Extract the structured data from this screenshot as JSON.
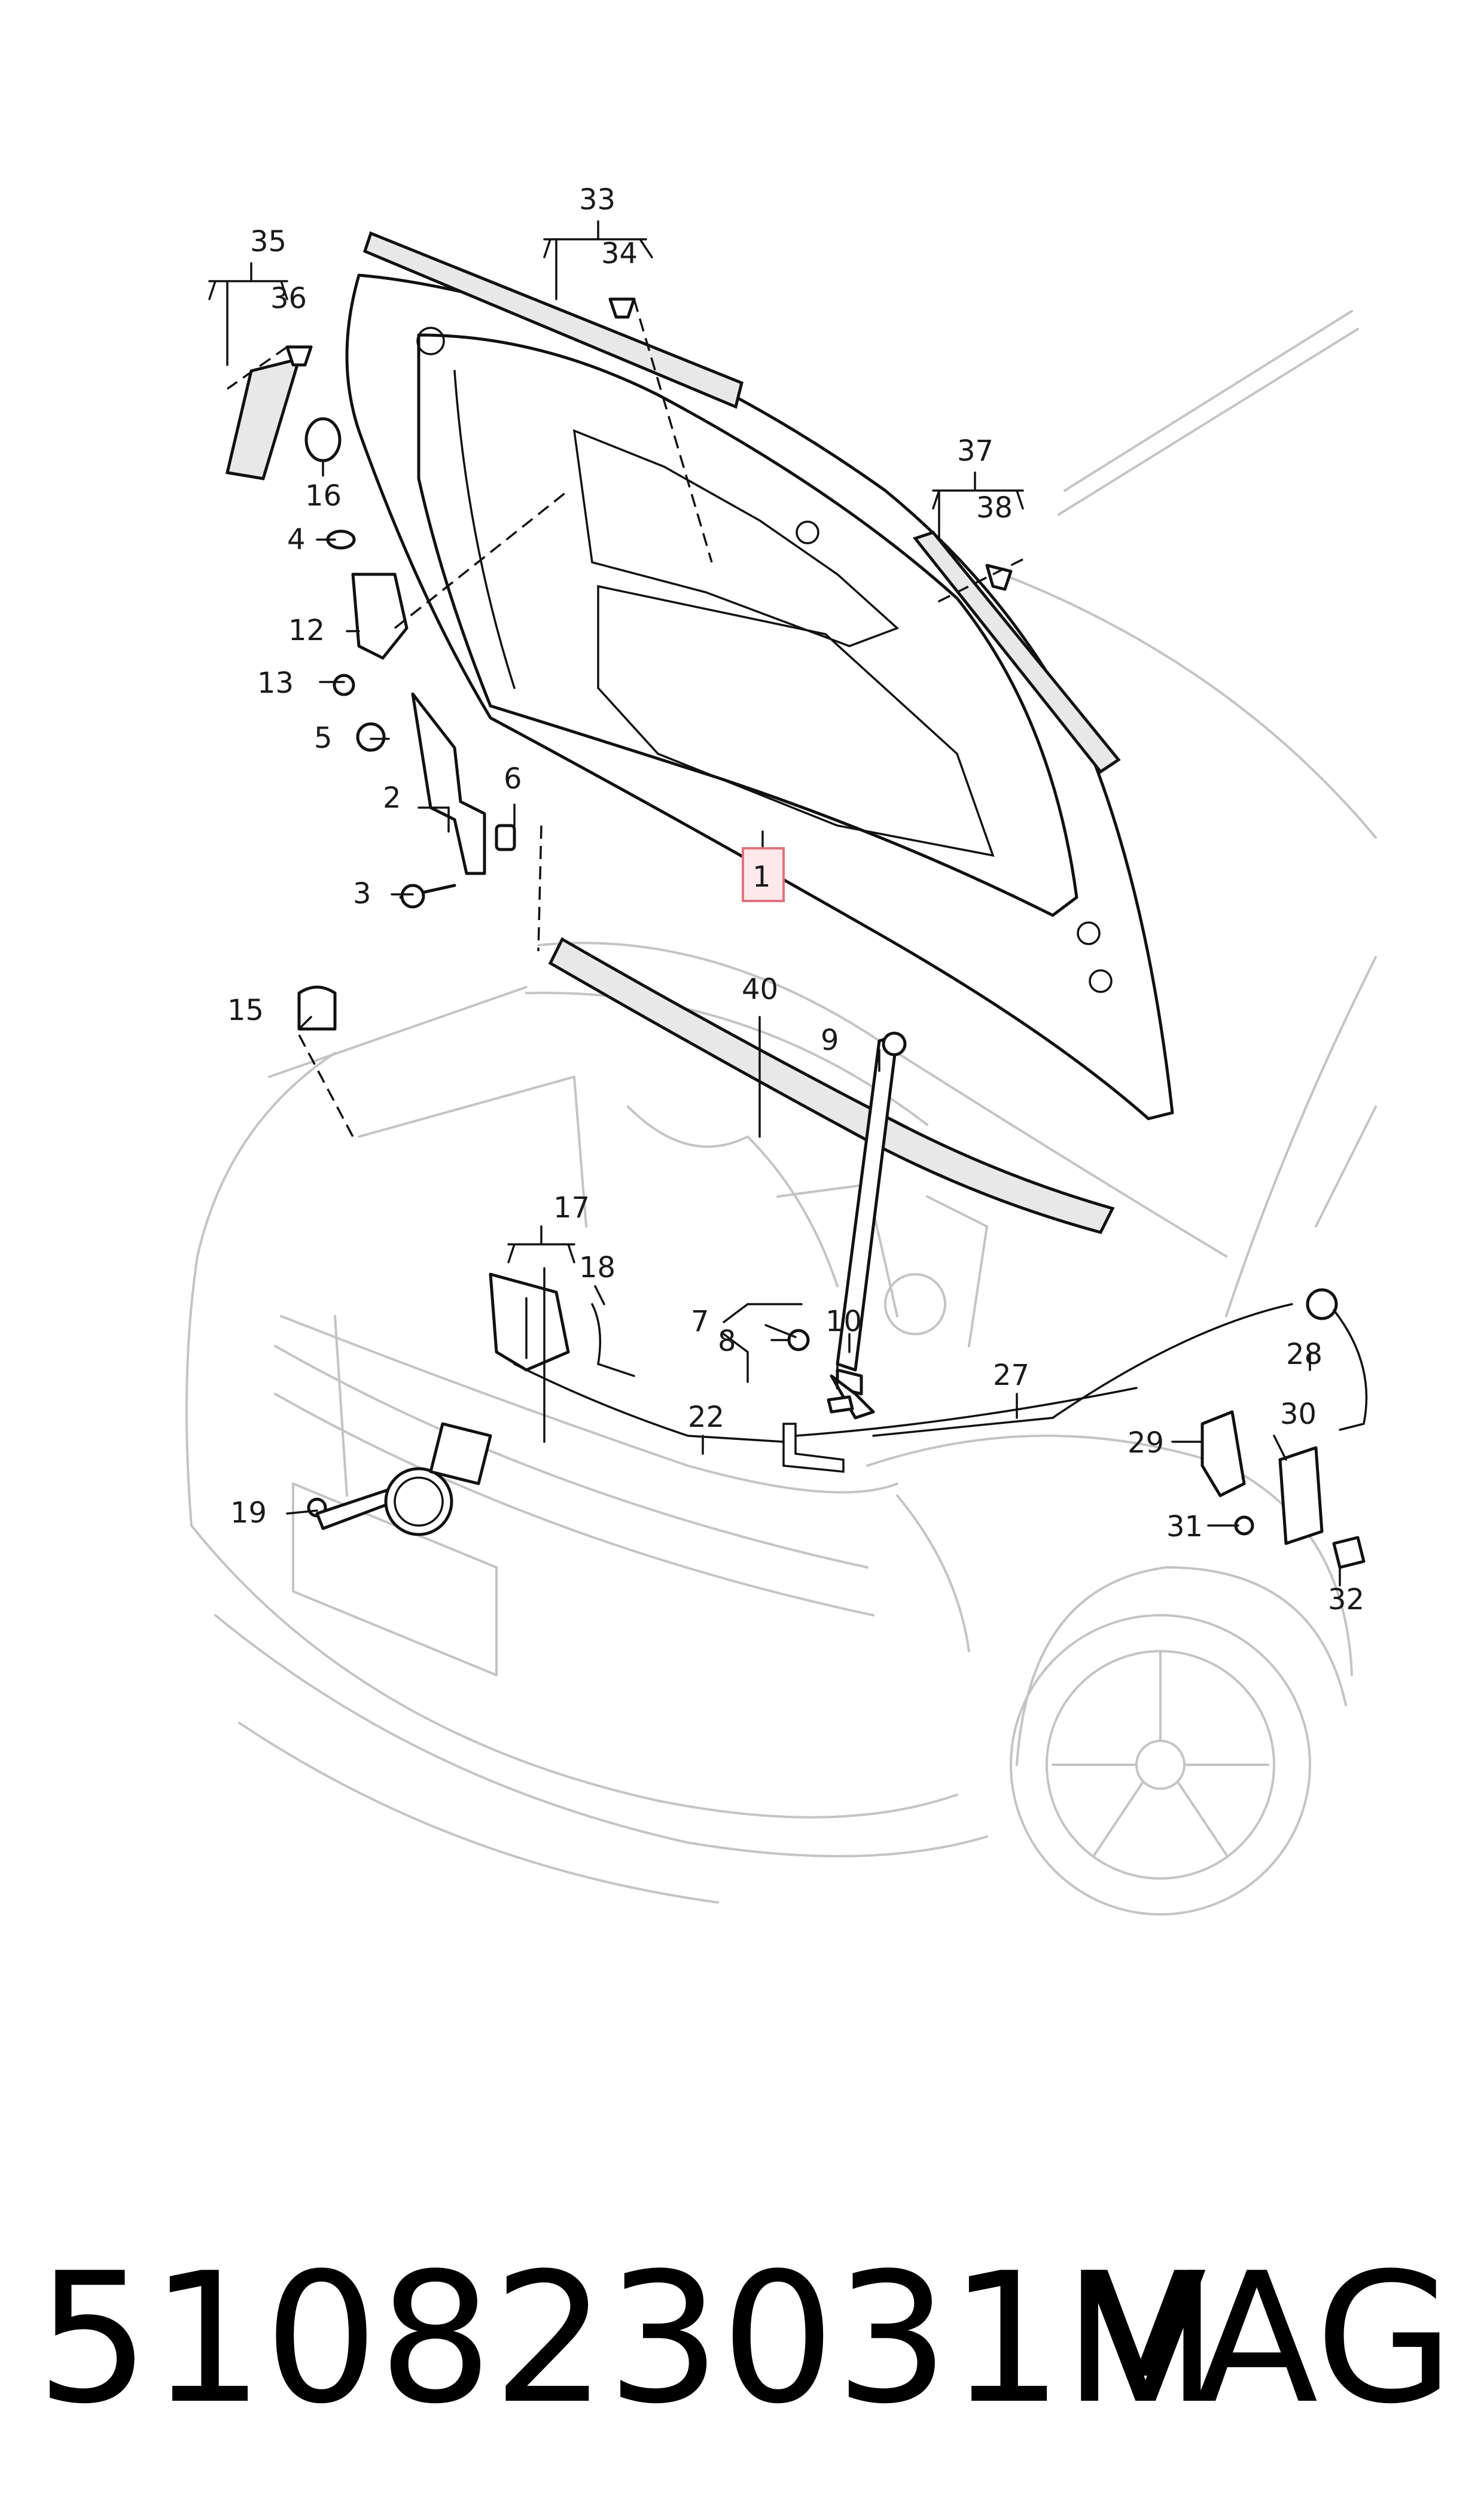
{
  "callouts": [
    "1",
    "2",
    "3",
    "4",
    "5",
    "6",
    "7",
    "8",
    "9",
    "10",
    "12",
    "13",
    "15",
    "16",
    "17",
    "18",
    "19",
    "22",
    "27",
    "28",
    "29",
    "30",
    "31",
    "32",
    "33",
    "34",
    "35",
    "36",
    "37",
    "38",
    "40"
  ],
  "footer": {
    "part_number": "510823031M",
    "brand": "VAG"
  },
  "colors": {
    "highlight": "#e0737f",
    "line": "#111111",
    "car_outline": "#c4c4c4"
  }
}
